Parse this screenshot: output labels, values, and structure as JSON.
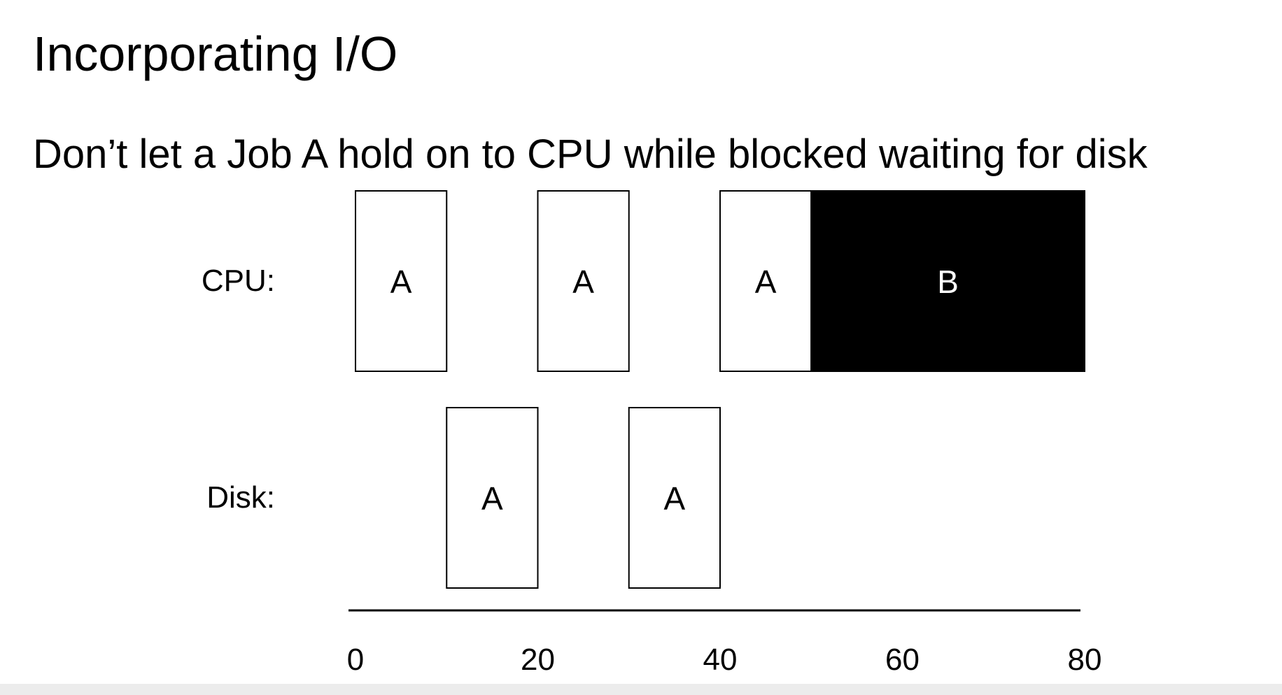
{
  "slide": {
    "title": "Incorporating I/O",
    "subtitle": "Don’t let a Job A hold on to CPU while blocked waiting for disk"
  },
  "diagram": {
    "type": "timeline",
    "lanes": [
      {
        "label": "CPU:",
        "blocks": [
          {
            "job": "A",
            "start": 0,
            "end": 10,
            "fill": "#ffffff",
            "text_color": "#000000"
          },
          {
            "job": "A",
            "start": 20,
            "end": 30,
            "fill": "#ffffff",
            "text_color": "#000000"
          },
          {
            "job": "A",
            "start": 40,
            "end": 50,
            "fill": "#ffffff",
            "text_color": "#000000"
          },
          {
            "job": "B",
            "start": 50,
            "end": 80,
            "fill": "#000000",
            "text_color": "#ffffff"
          }
        ]
      },
      {
        "label": "Disk:",
        "blocks": [
          {
            "job": "A",
            "start": 10,
            "end": 20,
            "fill": "#ffffff",
            "text_color": "#000000"
          },
          {
            "job": "A",
            "start": 30,
            "end": 40,
            "fill": "#ffffff",
            "text_color": "#000000"
          }
        ]
      }
    ],
    "axis": {
      "min": 0,
      "max": 80,
      "ticks": [
        0,
        20,
        40,
        60,
        80
      ]
    }
  }
}
